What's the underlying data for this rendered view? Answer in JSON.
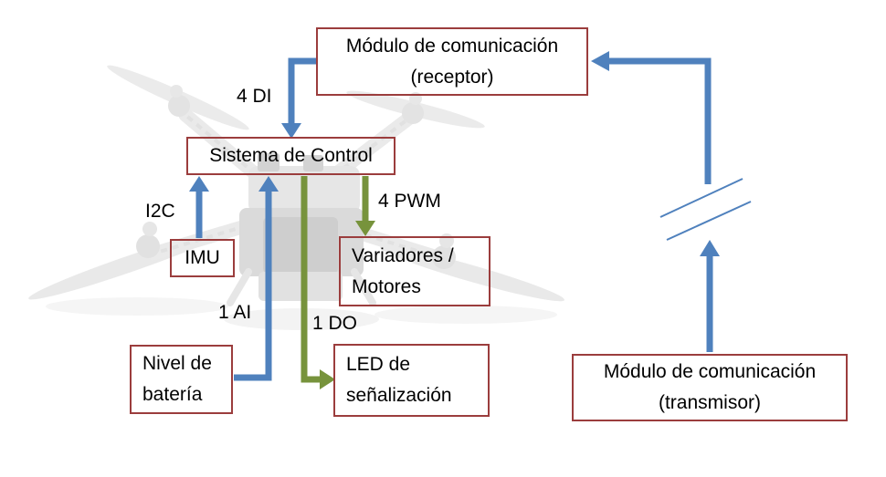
{
  "colors": {
    "box_border": "#9B3D3D",
    "arrow_blue": "#4F81BD",
    "arrow_green": "#77933C",
    "text_color": "#000000"
  },
  "boxes": {
    "receptor": {
      "line1": "Módulo de comunicación",
      "line2": "(receptor)"
    },
    "sistema": {
      "line1": "Sistema de Control"
    },
    "imu": {
      "line1": "IMU"
    },
    "variadores": {
      "line1": "Variadores /",
      "line2": "Motores"
    },
    "bateria": {
      "line1": "Nivel de",
      "line2": "batería"
    },
    "led": {
      "line1": "LED de",
      "line2": "señalización"
    },
    "transmisor": {
      "line1": "Módulo de comunicación",
      "line2": "(transmisor)"
    }
  },
  "labels": {
    "di": "4 DI",
    "i2c": "I2C",
    "pwm": "4 PWM",
    "ai": "1 AI",
    "do": "1 DO"
  }
}
